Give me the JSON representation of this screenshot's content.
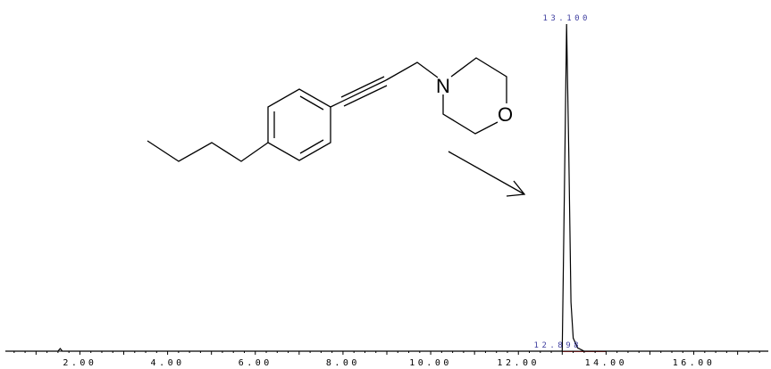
{
  "chart_data": {
    "type": "line",
    "title": "",
    "xlabel": "",
    "ylabel": "",
    "xlim": [
      0.3,
      17.7
    ],
    "ylim": [
      0,
      1
    ],
    "grid": false,
    "x_tick_labels": [
      "2.00",
      "4.00",
      "6.00",
      "8.00",
      "10.00",
      "12.00",
      "14.00",
      "16.00"
    ],
    "x_ticks": [
      2,
      4,
      6,
      8,
      10,
      12,
      14,
      16
    ],
    "series": [
      {
        "x": [
          0.3,
          1.5,
          1.55,
          1.6,
          12.9,
          13.0,
          13.05,
          13.1,
          13.15,
          13.2,
          13.25,
          13.35,
          13.5,
          17.7
        ],
        "y": [
          0,
          0,
          0.008,
          0,
          0,
          0,
          0.5,
          1.0,
          0.6,
          0.15,
          0.04,
          0.01,
          0,
          0
        ]
      }
    ],
    "peak_annotations": [
      {
        "label": "13.100",
        "x": 13.1,
        "position": "top"
      },
      {
        "label": "12.898",
        "x": 12.898,
        "position": "baseline"
      }
    ],
    "colors": {
      "trace": "#000000",
      "axis": "#000000",
      "peak_label": "#4040a0",
      "integration": "#cc3333"
    }
  },
  "structure": {
    "atoms": {
      "nitrogen": "N",
      "oxygen": "O"
    }
  }
}
